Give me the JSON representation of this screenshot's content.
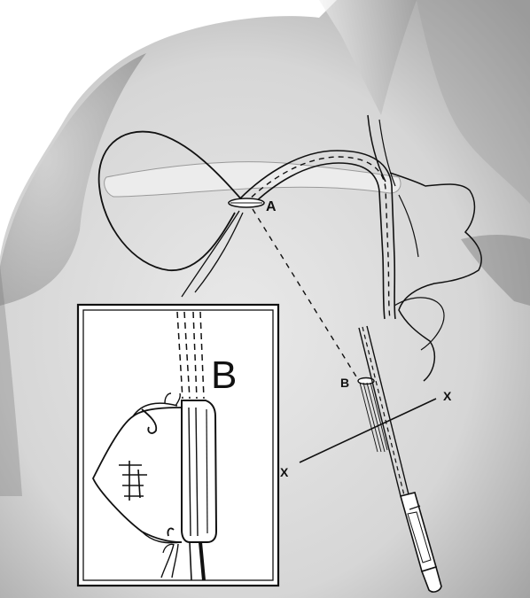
{
  "figure": {
    "labels": {
      "point_a": "A",
      "point_b": "B",
      "axis_x_upper": "X",
      "axis_x_lower": "X",
      "inset_label": "B"
    },
    "colors": {
      "ink": "#111111",
      "skin_dark": "#6e6e6e",
      "skin_mid": "#b4b4b4",
      "paper": "#ffffff"
    }
  }
}
